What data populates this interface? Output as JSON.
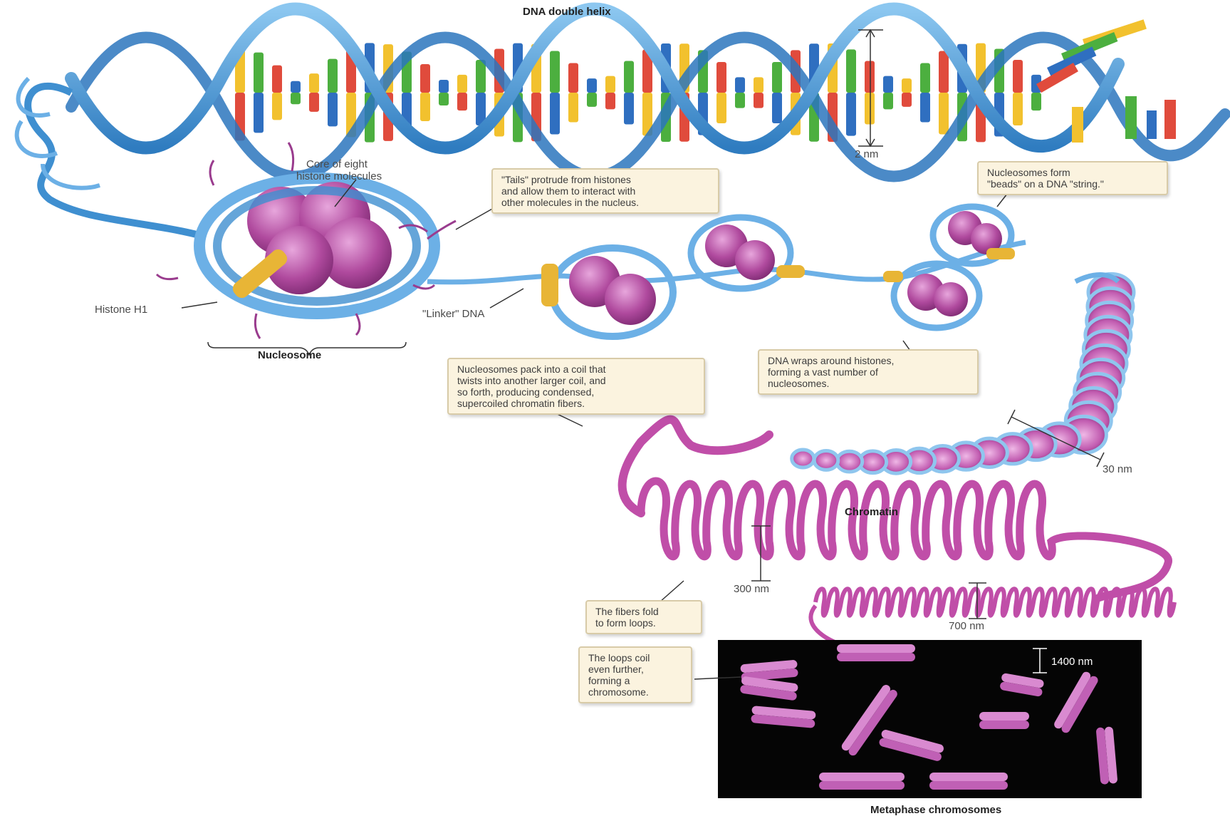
{
  "titles": {
    "dna_helix": "DNA double helix",
    "nucleosome": "Nucleosome",
    "chromatin": "Chromatin",
    "metaphase": "Metaphase chromosomes"
  },
  "labels": {
    "core_line1": "Core of eight",
    "core_line2": "histone molecules",
    "histone_h1": "Histone H1",
    "linker_dna": "\"Linker\" DNA"
  },
  "dimensions": {
    "d2": "2 nm",
    "d30": "30 nm",
    "d300": "300 nm",
    "d700": "700 nm",
    "d1400": "1400 nm"
  },
  "callouts": {
    "tails": [
      "\"Tails\" protrude from histones",
      "and allow them to interact with",
      "other molecules in the nucleus."
    ],
    "beads": [
      "Nucleosomes form",
      "\"beads\" on a DNA \"string.\""
    ],
    "pack": [
      "Nucleosomes pack into a coil that",
      "twists into another larger coil, and",
      "so forth, producing condensed,",
      "supercoiled chromatin fibers."
    ],
    "wraps": [
      "DNA wraps around histones,",
      "forming a vast number of",
      "nucleosomes."
    ],
    "loops": [
      "The fibers fold",
      "to form loops."
    ],
    "coil": [
      "The loops coil",
      "even further,",
      "forming a",
      "chromosome."
    ]
  },
  "colors": {
    "dna_backbone": "#3f8fd0",
    "histone": "#b04a9e",
    "histone_h1": "#e8b536",
    "chromatin": "#c04ea8",
    "base_yellow": "#f2c12e",
    "base_green": "#4caf3f",
    "base_red": "#e04b3c",
    "base_blue": "#2f6fc0",
    "callout_bg": "#fbf3df",
    "photo_bg": "#050505"
  }
}
